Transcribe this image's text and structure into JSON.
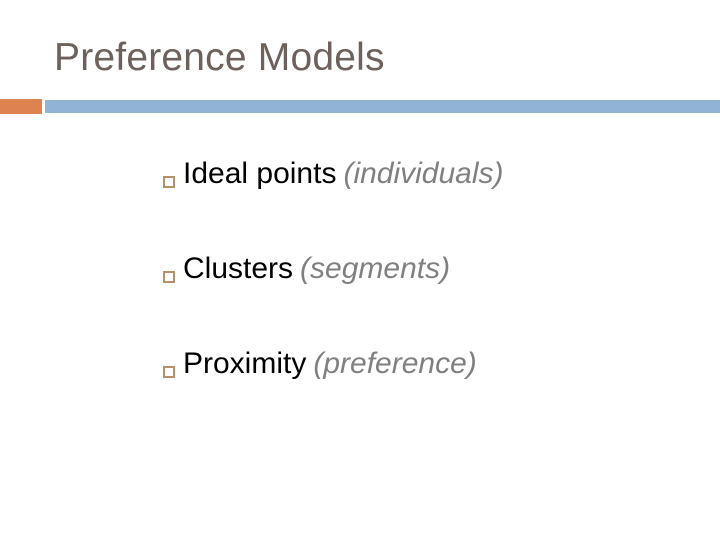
{
  "slide": {
    "title": "Preference Models",
    "colors": {
      "title_text": "#6e615c",
      "accent_block": "#dc8350",
      "divider_bar": "#91b4d4",
      "bullet_marker": "#b89068",
      "bullet_text": "#000000",
      "qualifier_text": "#808080",
      "background": "#ffffff"
    },
    "bullets": [
      {
        "marker": "hollow-square-bullet",
        "main": "Ideal points",
        "qualifier": "(individuals)"
      },
      {
        "marker": "hollow-square-bullet",
        "main": "Clusters",
        "qualifier": "(segments)"
      },
      {
        "marker": "hollow-square-bullet",
        "main": "Proximity",
        "qualifier": "(preference)"
      }
    ]
  }
}
